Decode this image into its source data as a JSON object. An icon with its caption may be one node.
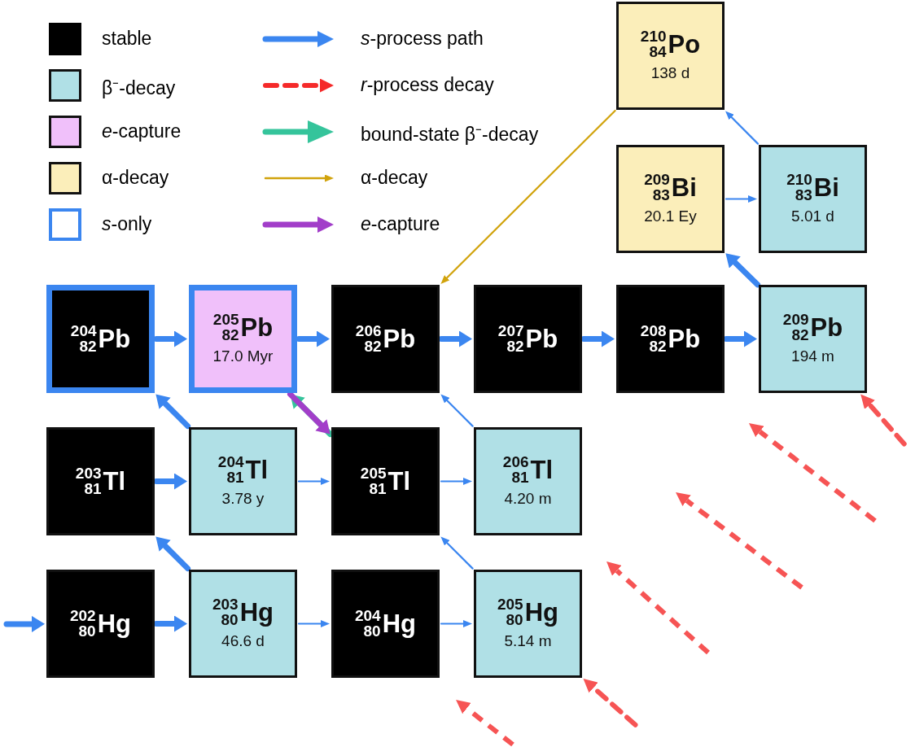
{
  "diagram": {
    "nodes": [
      {
        "text": [
          "$^{210}$$_{84}$Po",
          "138 d"
        ]
      },
      {
        "text": [
          "$^{209}$$_{83}$Bi",
          "20.1 Ey"
        ]
      },
      {
        "text": [
          "$^{210}$$_{83}$Bi",
          "5.01 d"
        ]
      },
      {
        "text": [
          "$^{204}$$_{82}$Pb"
        ]
      },
      {
        "text": [
          "$^{205}$$_{82}$Pb",
          "17.0 Myr"
        ]
      },
      {
        "text": [
          "$^{206}$$_{82}$Pb"
        ]
      },
      {
        "text": [
          "$^{207}$$_{82}$Pb"
        ]
      },
      {
        "text": [
          "$^{208}$$_{82}$Pb"
        ]
      },
      {
        "text": [
          "$^{209}$$_{82}$Pb",
          "194 m"
        ]
      },
      {
        "text": [
          "$^{203}$$_{81}$Tl"
        ]
      },
      {
        "text": [
          "$^{204}$$_{81}$Tl",
          "3.78 y"
        ]
      },
      {
        "text": [
          "$^{205}$$_{81}$Tl"
        ]
      },
      {
        "text": [
          "$^{206}$$_{81}$Tl",
          "4.20 m"
        ]
      },
      {
        "text": [
          "$^{202}$$_{80}$Hg"
        ]
      },
      {
        "text": [
          "$^{203}$$_{80}$Hg",
          "46.6 d"
        ]
      },
      {
        "text": [
          "$^{204}$$_{80}$Hg"
        ]
      },
      {
        "text": [
          "$^{205}$$_{80}$Hg",
          "5.14 m"
        ]
      }
    ],
    "edges": [
      {
        "from": null,
        "to": 13,
        "arrow": "to"
      },
      {
        "from": 13,
        "to": 14,
        "arrow": "to"
      },
      {
        "from": 14,
        "to": 9,
        "arrow": "to"
      },
      {
        "from": 14,
        "to": 15,
        "arrow": "to"
      },
      {
        "from": 9,
        "to": 10,
        "arrow": "to"
      },
      {
        "from": 10,
        "to": 3,
        "arrow": "to"
      },
      {
        "from": 10,
        "to": 11,
        "arrow": "to"
      },
      {
        "from": 15,
        "to": 16,
        "arrow": "to"
      },
      {
        "from": 16,
        "to": 11,
        "arrow": "to"
      },
      {
        "from": 11,
        "to": 12,
        "arrow": "to"
      },
      {
        "from": 12,
        "to": 5,
        "arrow": "to"
      },
      {
        "from": 3,
        "to": 4,
        "arrow": "to"
      },
      {
        "from": 4,
        "to": 5,
        "arrow": "to"
      },
      {
        "from": 11,
        "to": 4,
        "arrow": "to",
        "color": "#35c49b"
      },
      {
        "from": 4,
        "to": 11,
        "arrow": "to",
        "color": "#a23ec9"
      },
      {
        "from": 5,
        "to": 6,
        "arrow": "to"
      },
      {
        "from": 6,
        "to": 7,
        "arrow": "to"
      },
      {
        "from": 7,
        "to": 8,
        "arrow": "to"
      },
      {
        "from": 8,
        "to": 1,
        "arrow": "to"
      },
      {
        "from": 1,
        "to": 2,
        "arrow": "to"
      },
      {
        "from": 2,
        "to": 0,
        "arrow": "to"
      },
      {
        "from": 0,
        "to": 5,
        "arrow": "to",
        "color": "#d1a30c"
      },
      {
        "from": null,
        "to": 8,
        "arrow": "to",
        "style": "dashed",
        "color": "#f52a2a"
      },
      {
        "from": null,
        "to": 16,
        "arrow": "to",
        "style": "dashed",
        "color": "#f52a2a"
      }
    ],
    "legend": [
      {
        "text": "stable",
        "color": "#000000"
      },
      {
        "text": "β⁻-decay",
        "color": "#b0e0e6"
      },
      {
        "text": "*e*-capture",
        "color": "#f0c0fa"
      },
      {
        "text": "α-decay",
        "color": "#fbeeba"
      },
      {
        "text": "*s*-only"
      },
      {
        "text": "*s*-process path"
      },
      {
        "text": "*r*-process decay"
      },
      {
        "text": "bound-state β⁻-decay"
      },
      {
        "text": "α-decay"
      },
      {
        "text": "*e*-capture"
      }
    ]
  }
}
